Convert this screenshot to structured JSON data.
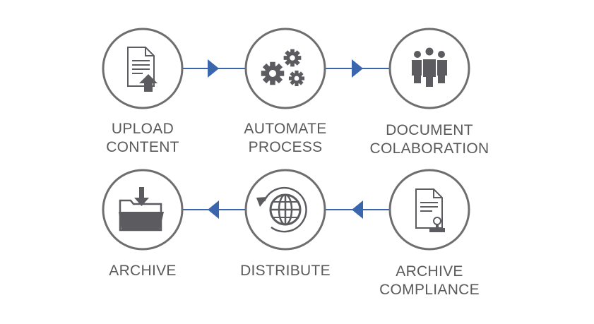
{
  "colors": {
    "ring": "#6e6e70",
    "icon": "#5b5b60",
    "arrow": "#3a66ad",
    "text": "#5a5a5a"
  },
  "steps": {
    "upload": {
      "line1": "UPLOAD",
      "line2": "CONTENT",
      "icon": "upload-document-icon"
    },
    "automate": {
      "line1": "AUTOMATE",
      "line2": "PROCESS",
      "icon": "gears-icon"
    },
    "collab": {
      "line1": "DOCUMENT",
      "line2": "COLABORATION",
      "icon": "people-group-icon"
    },
    "archive": {
      "line1": "ARCHIVE",
      "line2": "",
      "icon": "folder-download-icon"
    },
    "distribute": {
      "line1": "DISTRIBUTE",
      "line2": "",
      "icon": "globe-refresh-icon"
    },
    "compliance": {
      "line1": "ARCHIVE",
      "line2": "COMPLIANCE",
      "icon": "certificate-document-icon"
    }
  }
}
